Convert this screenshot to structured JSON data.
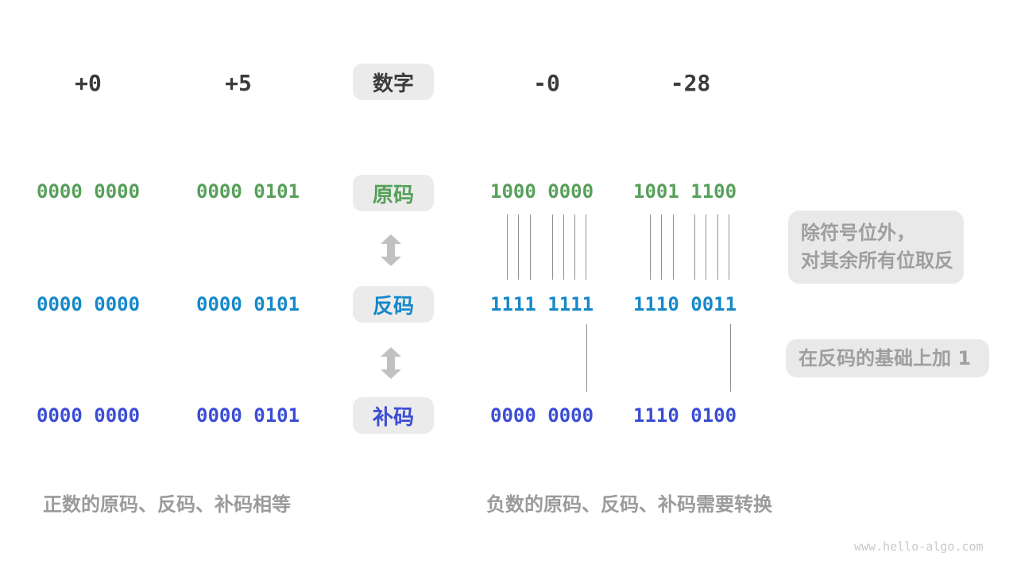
{
  "header": {
    "numbers": [
      "+0",
      "+5",
      "-0",
      "-28"
    ],
    "badge_label": "数字"
  },
  "rows": [
    {
      "badge": "原码",
      "color": "#57a05a",
      "values": [
        "0000 0000",
        "0000 0101",
        "1000 0000",
        "1001 1100"
      ]
    },
    {
      "badge": "反码",
      "color": "#1688c9",
      "values": [
        "0000 0000",
        "0000 0101",
        "1111 1111",
        "1110 0011"
      ]
    },
    {
      "badge": "补码",
      "color": "#3b4dd4",
      "values": [
        "0000 0000",
        "0000 0101",
        "0000 0000",
        "1110 0100"
      ]
    }
  ],
  "annotations": {
    "invert_line1": "除符号位外，",
    "invert_line2": "对其余所有位取反",
    "add_one": "在反码的基础上加 1"
  },
  "captions": {
    "positive": "正数的原码、反码、补码相等",
    "negative": "负数的原码、反码、补码需要转换"
  },
  "watermark": "www.hello-algo.com",
  "colors": {
    "sign_magnitude_green": "#57a05a",
    "ones_complement_blue": "#1688c9",
    "twos_complement_indigo": "#3b4dd4",
    "pill_background": "#ebebeb",
    "note_background": "#e9e9e9",
    "note_text": "#9e9e9e",
    "caption_text": "#9b9b9b",
    "arrow_gray": "#c1c1c1",
    "dark_text": "#3b3b3b"
  }
}
